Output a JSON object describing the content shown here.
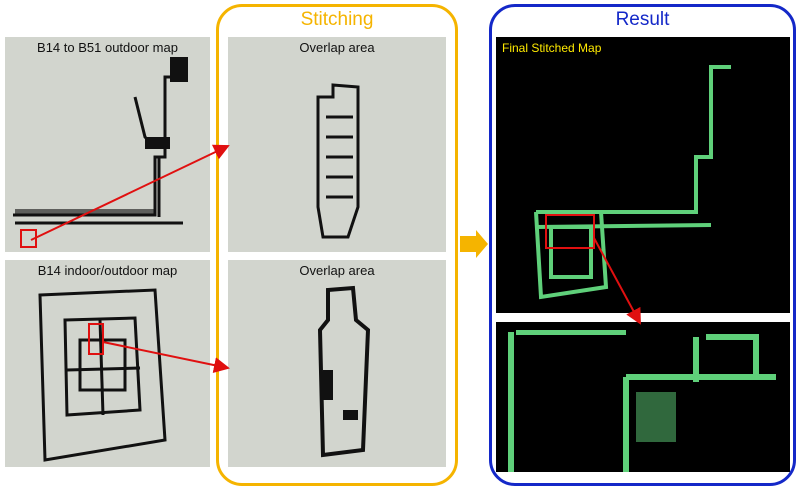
{
  "stitching": {
    "title": "Stitching",
    "color": "#f5b400"
  },
  "result": {
    "title": "Result",
    "color": "#1428c8"
  },
  "panels": {
    "outdoor_map": "B14 to B51 outdoor map",
    "indoor_map": "B14 indoor/outdoor map",
    "overlap_top": "Overlap area",
    "overlap_bottom": "Overlap area",
    "final_map": "Final Stitched Map"
  },
  "colors": {
    "highlight": "#e01010",
    "map_bg": "#d2d5ce",
    "stitched_green": "#5fd07a",
    "final_label": "#ffea00"
  }
}
